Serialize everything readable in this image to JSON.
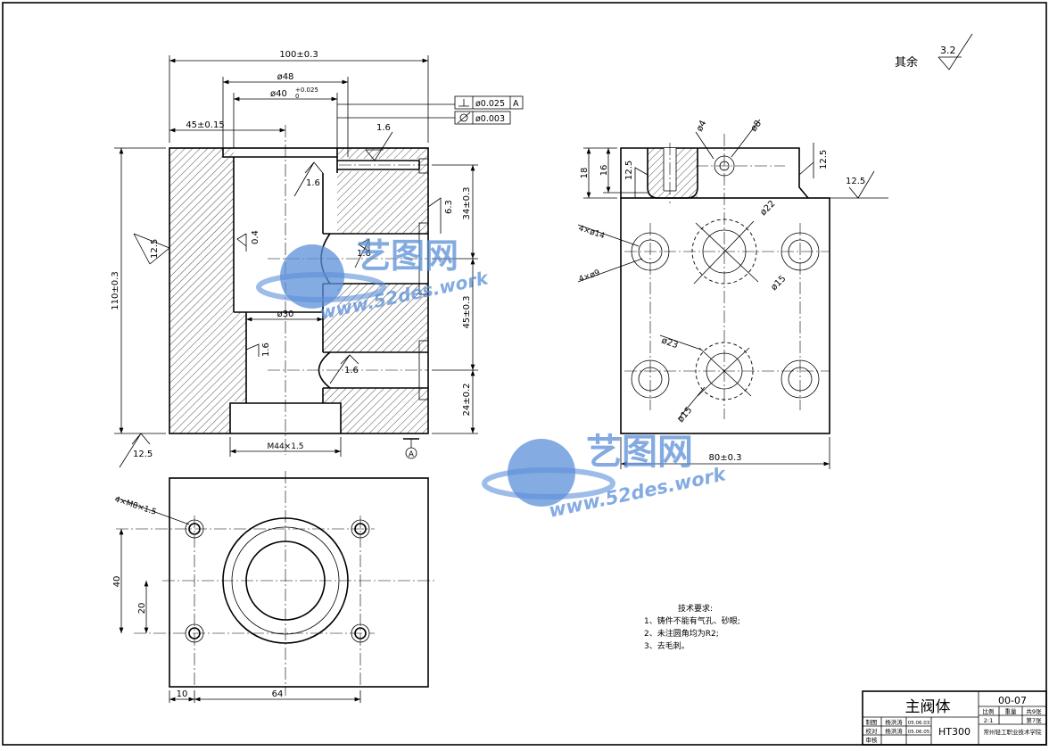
{
  "front": {
    "width": "100±0.3",
    "d48": "ø48",
    "d40": "ø40",
    "d40_tol": "+0.025",
    "d40_tol_low": "0",
    "x45": "45±0.15",
    "height": "110±0.3",
    "d30": "ø30",
    "h34": "34±0.3",
    "h45": "45±0.3",
    "h24": "24±0.2",
    "thread": "M44×1.5",
    "datum": "A",
    "perp_tol": "ø0.025",
    "perp_ref": "A",
    "cyl_tol": "ø0.003",
    "r16a": "1.6",
    "r16b": "1.6",
    "r16c": "1.6",
    "r16d": "1.6",
    "r16e": "1.6",
    "r04": "0.4",
    "r63": "6.3",
    "r125a": "12.5",
    "r125b": "12.5"
  },
  "side": {
    "h18": "18",
    "h16": "16",
    "r125a": "12.5",
    "r125b": "12.5",
    "r125c": "12.5",
    "d4": "ø4",
    "d8": "ø8",
    "d22": "ø22",
    "d15a": "ø15",
    "d23": "ø23",
    "d15b": "ø15",
    "holes14": "4×ø14",
    "holes9": "4×ø9",
    "width": "80±0.3"
  },
  "top": {
    "tap": "4×M8×1.5",
    "h40": "40",
    "h20": "20",
    "w10": "10",
    "w64": "64"
  },
  "general": {
    "other_label": "其余",
    "other_val": "3.2"
  },
  "notes": {
    "title": "技术要求:",
    "items": [
      "1、铸件不能有气孔、砂眼;",
      "2、未注圆角均为R2;",
      "3、去毛刺。"
    ]
  },
  "titleblock": {
    "part_name": "主阀体",
    "drawing_no": "00-07",
    "scale_label": "比例",
    "weight_label": "重量",
    "sheets_total": "共9张",
    "scale": "2:1",
    "sheet_no": "第7张",
    "drawn_label": "制图",
    "check_label": "校对",
    "approve_label": "审核",
    "drawn_name": "杨洪涛",
    "check_name": "杨洪涛",
    "drawn_date": "05.06.03",
    "check_date": "05.06.05",
    "material": "HT300",
    "school": "常州轻工职业技术学院"
  },
  "watermark": {
    "brand": "艺图网",
    "url": "www.52des.work"
  },
  "colors": {
    "line": "#000000",
    "watermark": "#5b8fd8"
  }
}
